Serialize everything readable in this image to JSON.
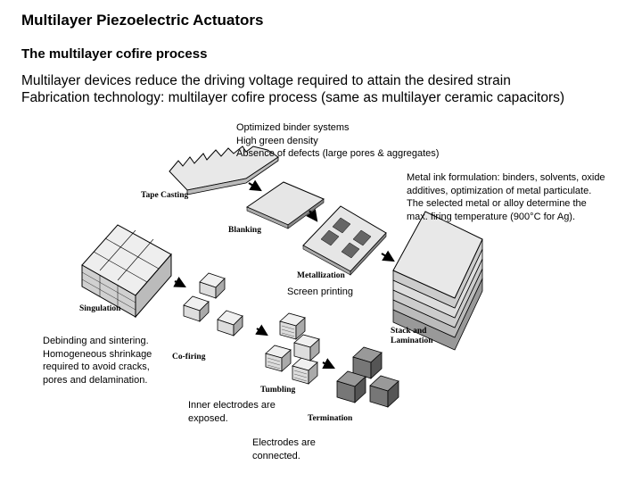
{
  "slide": {
    "title": "Multilayer Piezoelectric Actuators",
    "subtitle": "The multilayer cofire process",
    "lines": [
      "Multilayer devices reduce the driving voltage required to attain the desired strain",
      "Fabrication technology: multilayer cofire process (same as multilayer ceramic capacitors)"
    ]
  },
  "notes": {
    "tape": [
      "Optimized binder systems",
      "High green density",
      "Absence of defects (large pores & aggregates)"
    ],
    "metal": [
      "Metal ink formulation: binders, solvents, oxide",
      "additives, optimization of metal particulate.",
      "The  selected metal or alloy determine the",
      "max. firing temperature (900°C for Ag)."
    ],
    "screen": "Screen printing",
    "sinter": [
      "Debinding  and sintering.",
      "Homogeneous shrinkage",
      "required to avoid cracks,",
      "pores and delamination."
    ],
    "inner": [
      "Inner electrodes are",
      "exposed."
    ],
    "connected": [
      "Electrodes are",
      "connected."
    ]
  },
  "step_labels": {
    "tape_casting": "Tape Casting",
    "blanking": "Blanking",
    "metallization": "Metallization",
    "stack": [
      "Stack and",
      "Lamination"
    ],
    "singulation": "Singulation",
    "cofiring": "Co-firing",
    "tumbling": "Tumbling",
    "termination": "Termination"
  }
}
